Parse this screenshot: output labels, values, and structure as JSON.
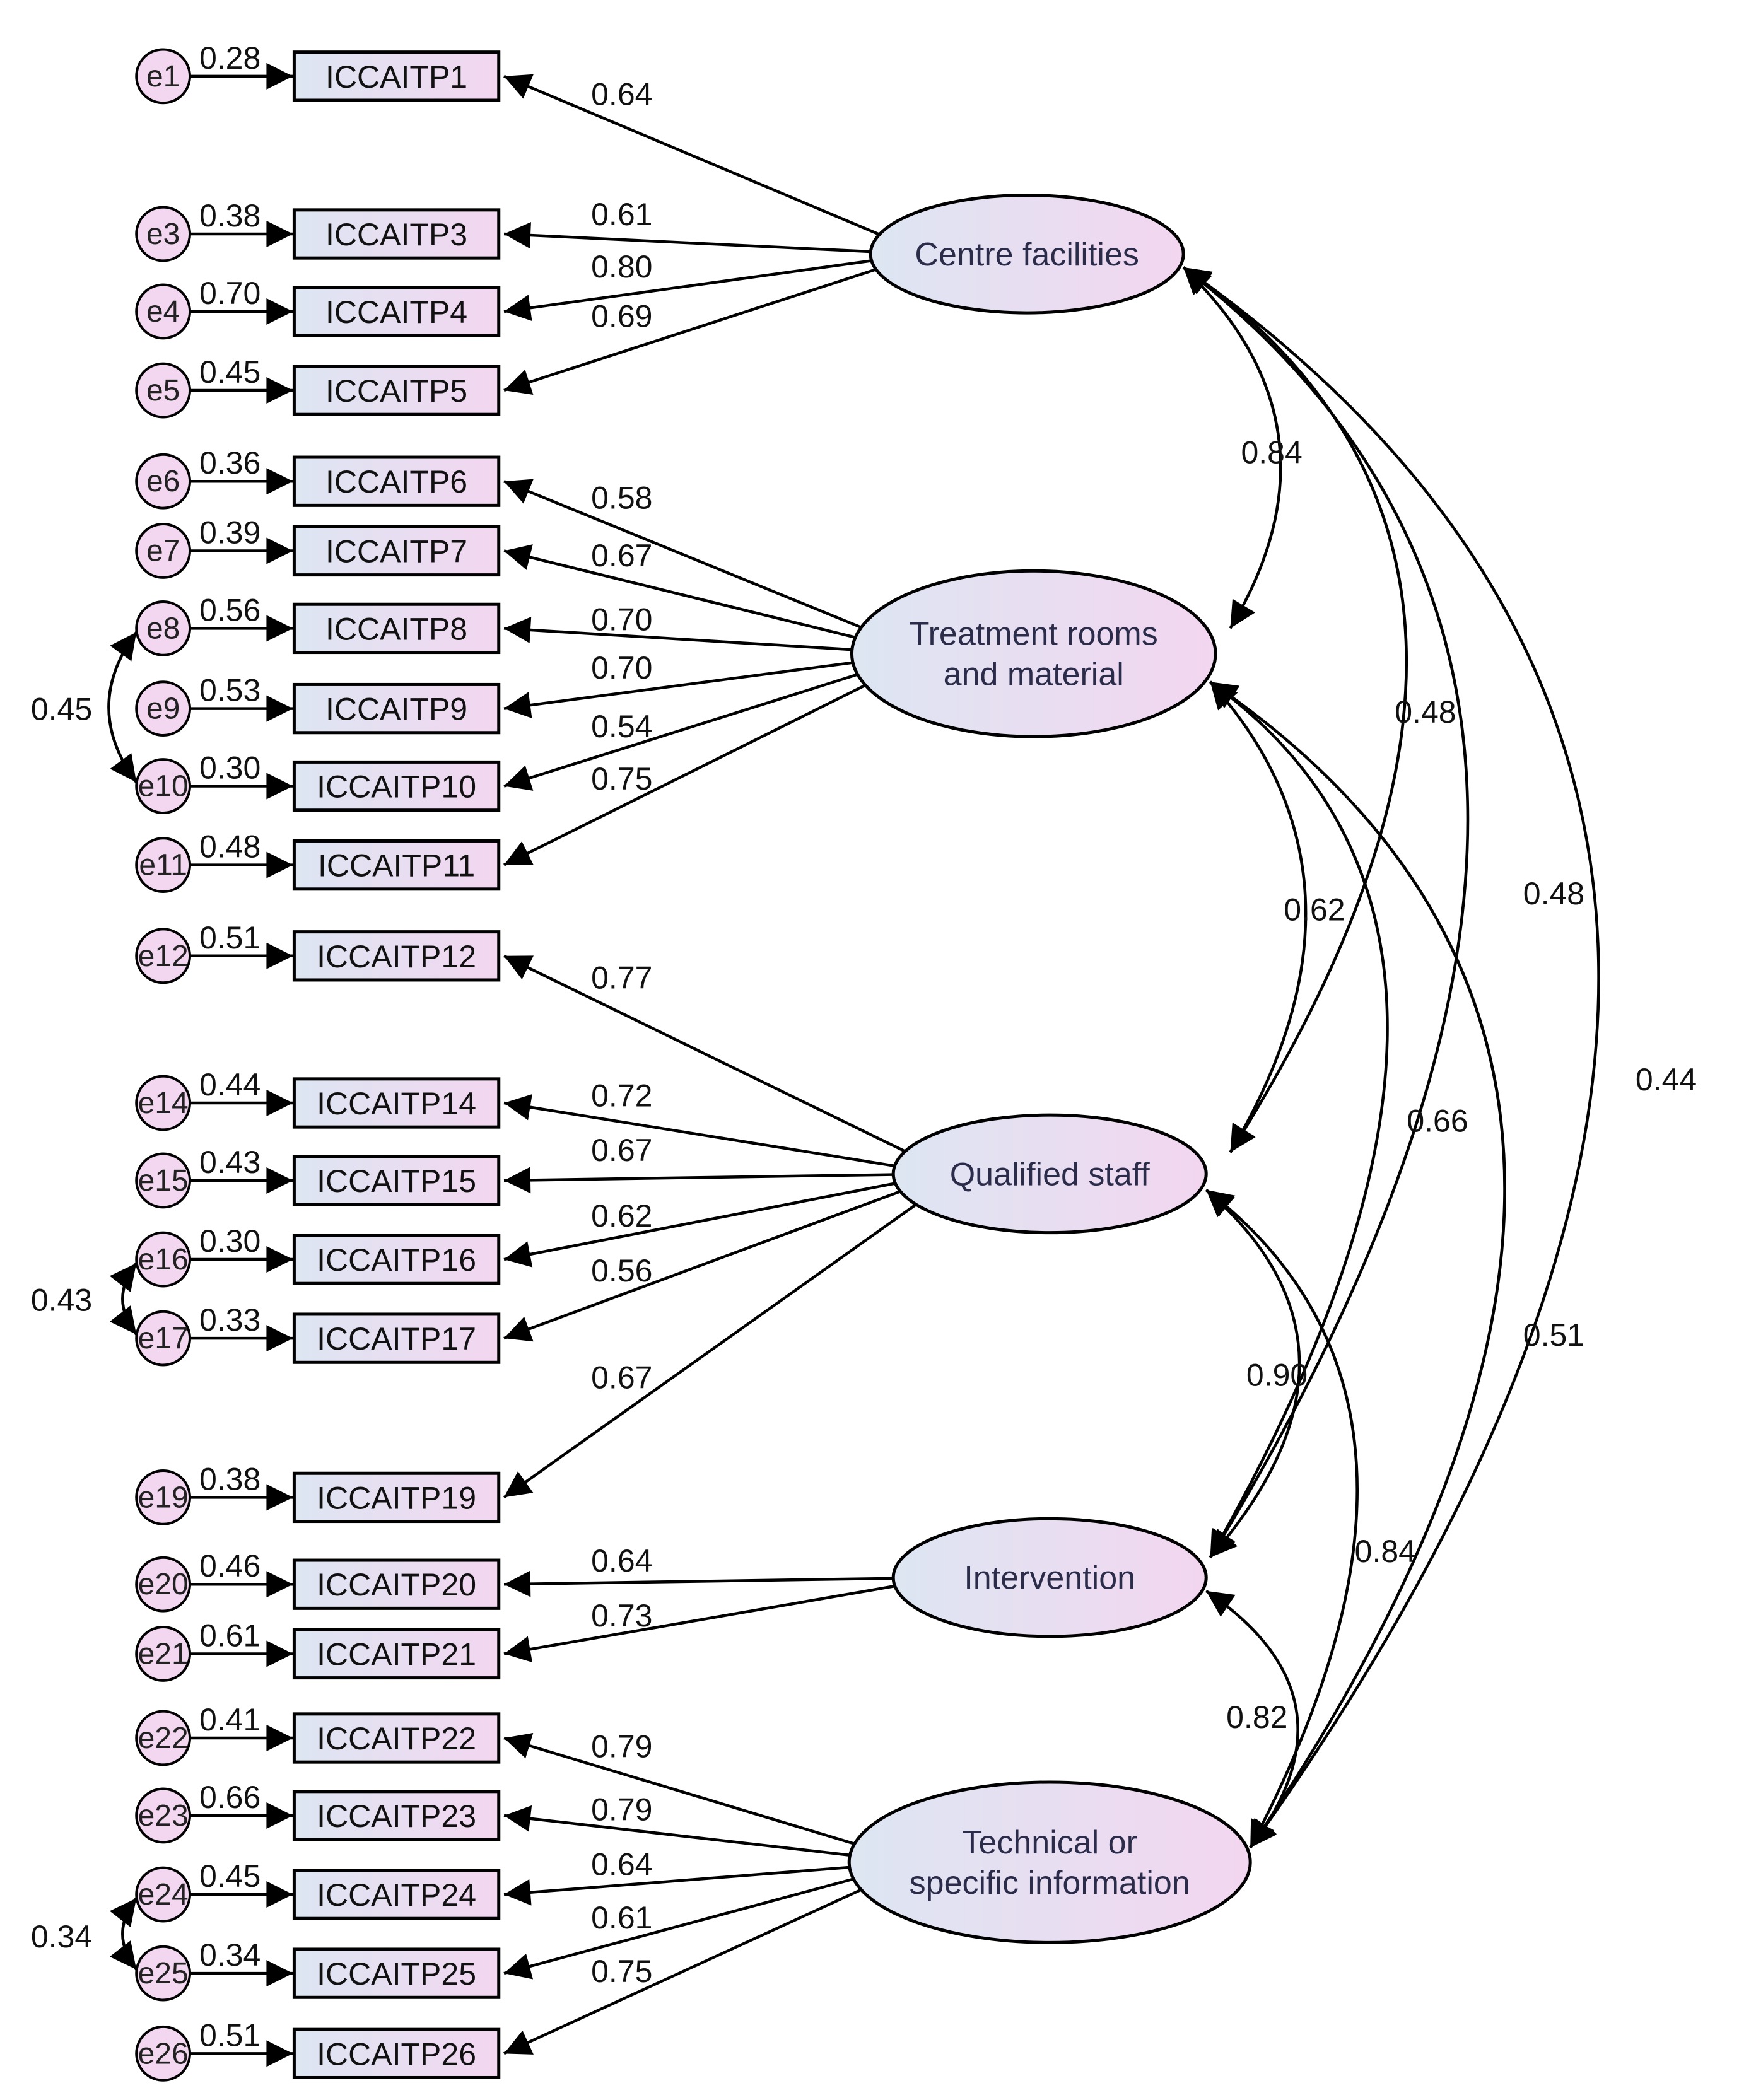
{
  "latents": [
    {
      "id": "CF",
      "lines": [
        "Centre facilities"
      ]
    },
    {
      "id": "TR",
      "lines": [
        "Treatment rooms",
        "and material"
      ]
    },
    {
      "id": "QS",
      "lines": [
        "Qualified staff"
      ]
    },
    {
      "id": "IN",
      "lines": [
        "Intervention"
      ]
    },
    {
      "id": "TS",
      "lines": [
        "Technical or",
        "specific information"
      ]
    }
  ],
  "indicators": [
    {
      "name": "ICCAITP1",
      "error": "e1",
      "r2": "0.28",
      "latent": "CF",
      "loading": "0.64"
    },
    {
      "name": "ICCAITP3",
      "error": "e3",
      "r2": "0.38",
      "latent": "CF",
      "loading": "0.61"
    },
    {
      "name": "ICCAITP4",
      "error": "e4",
      "r2": "0.70",
      "latent": "CF",
      "loading": "0.80"
    },
    {
      "name": "ICCAITP5",
      "error": "e5",
      "r2": "0.45",
      "latent": "CF",
      "loading": "0.69"
    },
    {
      "name": "ICCAITP6",
      "error": "e6",
      "r2": "0.36",
      "latent": "TR",
      "loading": "0.58"
    },
    {
      "name": "ICCAITP7",
      "error": "e7",
      "r2": "0.39",
      "latent": "TR",
      "loading": "0.67"
    },
    {
      "name": "ICCAITP8",
      "error": "e8",
      "r2": "0.56",
      "latent": "TR",
      "loading": "0.70"
    },
    {
      "name": "ICCAITP9",
      "error": "e9",
      "r2": "0.53",
      "latent": "TR",
      "loading": "0.70"
    },
    {
      "name": "ICCAITP10",
      "error": "e10",
      "r2": "0.30",
      "latent": "TR",
      "loading": "0.54"
    },
    {
      "name": "ICCAITP11",
      "error": "e11",
      "r2": "0.48",
      "latent": "TR",
      "loading": "0.75"
    },
    {
      "name": "ICCAITP12",
      "error": "e12",
      "r2": "0.51",
      "latent": "QS",
      "loading": "0.77"
    },
    {
      "name": "ICCAITP14",
      "error": "e14",
      "r2": "0.44",
      "latent": "QS",
      "loading": "0.72"
    },
    {
      "name": "ICCAITP15",
      "error": "e15",
      "r2": "0.43",
      "latent": "QS",
      "loading": "0.67"
    },
    {
      "name": "ICCAITP16",
      "error": "e16",
      "r2": "0.30",
      "latent": "QS",
      "loading": "0.62"
    },
    {
      "name": "ICCAITP17",
      "error": "e17",
      "r2": "0.33",
      "latent": "QS",
      "loading": "0.56"
    },
    {
      "name": "ICCAITP19",
      "error": "e19",
      "r2": "0.38",
      "latent": "QS",
      "loading": "0.67"
    },
    {
      "name": "ICCAITP20",
      "error": "e20",
      "r2": "0.46",
      "latent": "IN",
      "loading": "0.64"
    },
    {
      "name": "ICCAITP21",
      "error": "e21",
      "r2": "0.61",
      "latent": "IN",
      "loading": "0.73"
    },
    {
      "name": "ICCAITP22",
      "error": "e22",
      "r2": "0.41",
      "latent": "TS",
      "loading": "0.79"
    },
    {
      "name": "ICCAITP23",
      "error": "e23",
      "r2": "0.66",
      "latent": "TS",
      "loading": "0.79"
    },
    {
      "name": "ICCAITP24",
      "error": "e24",
      "r2": "0.45",
      "latent": "TS",
      "loading": "0.64"
    },
    {
      "name": "ICCAITP25",
      "error": "e25",
      "r2": "0.34",
      "latent": "TS",
      "loading": "0.61"
    },
    {
      "name": "ICCAITP26",
      "error": "e26",
      "r2": "0.51",
      "latent": "TS",
      "loading": "0.75"
    }
  ],
  "latent_correlations": [
    {
      "from": "CF",
      "to": "TR",
      "value": "0.84"
    },
    {
      "from": "CF",
      "to": "QS",
      "value": "0.48"
    },
    {
      "from": "CF",
      "to": "IN",
      "value": "0.48"
    },
    {
      "from": "CF",
      "to": "TS",
      "value": "0.44"
    },
    {
      "from": "TR",
      "to": "QS",
      "value": "0.62"
    },
    {
      "from": "TR",
      "to": "IN",
      "value": "0.66"
    },
    {
      "from": "TR",
      "to": "TS",
      "value": "0.51"
    },
    {
      "from": "QS",
      "to": "IN",
      "value": "0.90"
    },
    {
      "from": "QS",
      "to": "TS",
      "value": "0.84"
    },
    {
      "from": "IN",
      "to": "TS",
      "value": "0.82"
    }
  ],
  "error_covariances": [
    {
      "from": "e8",
      "to": "e10",
      "value": "0.45"
    },
    {
      "from": "e16",
      "to": "e17",
      "value": "0.43"
    },
    {
      "from": "e24",
      "to": "e25",
      "value": "0.34"
    }
  ],
  "colors": {
    "node_fill_left": "#dde6f2",
    "node_fill_right": "#f3d6f0",
    "stroke": "#000000"
  }
}
